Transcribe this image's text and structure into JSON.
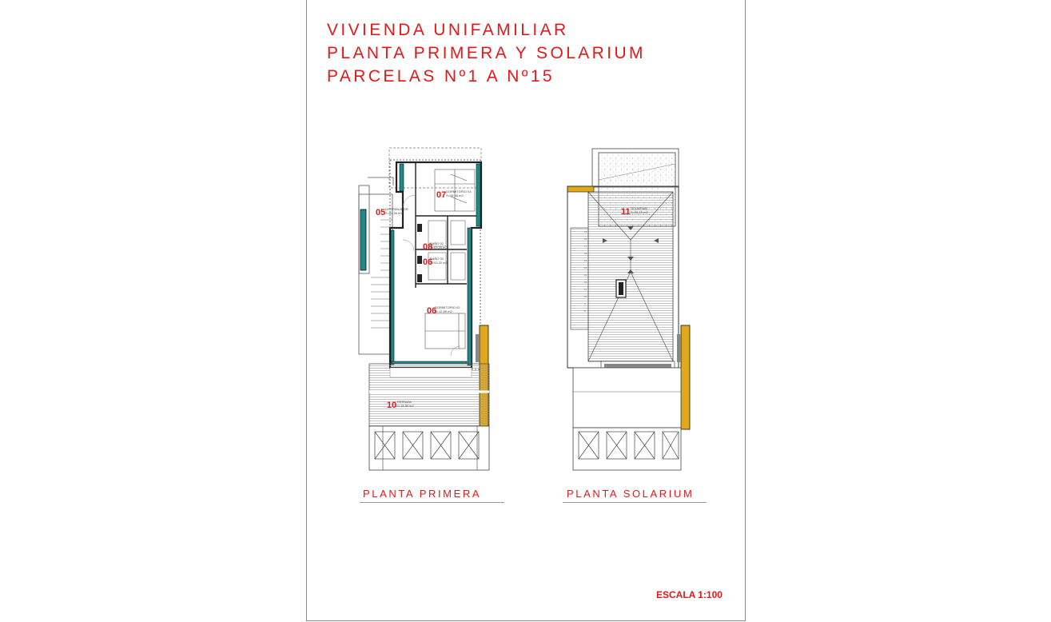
{
  "title": {
    "line1": "VIVIENDA UNIFAMILIAR",
    "line2": "PLANTA PRIMERA Y SOLARIUM",
    "line3": "PARCELAS Nº1 A Nº15"
  },
  "plans": {
    "primera": {
      "caption": "PLANTA PRIMERA",
      "rooms": [
        {
          "num": "05",
          "name": "DISTRIBUIDOR",
          "area": "S=04,55 m2"
        },
        {
          "num": "07",
          "name": "DORMITORIO 03",
          "area": "S=05,45 m2"
        },
        {
          "num": "08",
          "name": "BAÑO 02",
          "area": "S=03,20 m2"
        },
        {
          "num": "06",
          "name": "BAÑO 03",
          "area": "S=03,20 m2"
        },
        {
          "num": "06",
          "name": "DORMITORIO 02",
          "area": "S=12,69 m2"
        },
        {
          "num": "10",
          "name": "TERRAZA",
          "area": "S=18,80 m2"
        }
      ]
    },
    "solarium": {
      "caption": "PLANTA SOLARIUM",
      "rooms": [
        {
          "num": "11",
          "name": "SOLARIUM",
          "area": "S=28,10 m2"
        }
      ]
    }
  },
  "scale": "ESCALA 1:100",
  "colors": {
    "title_red": "#e51818",
    "wall_teal": "#1e8a8a",
    "wall_yellow": "#e0a81a",
    "line_gray": "#555555"
  }
}
